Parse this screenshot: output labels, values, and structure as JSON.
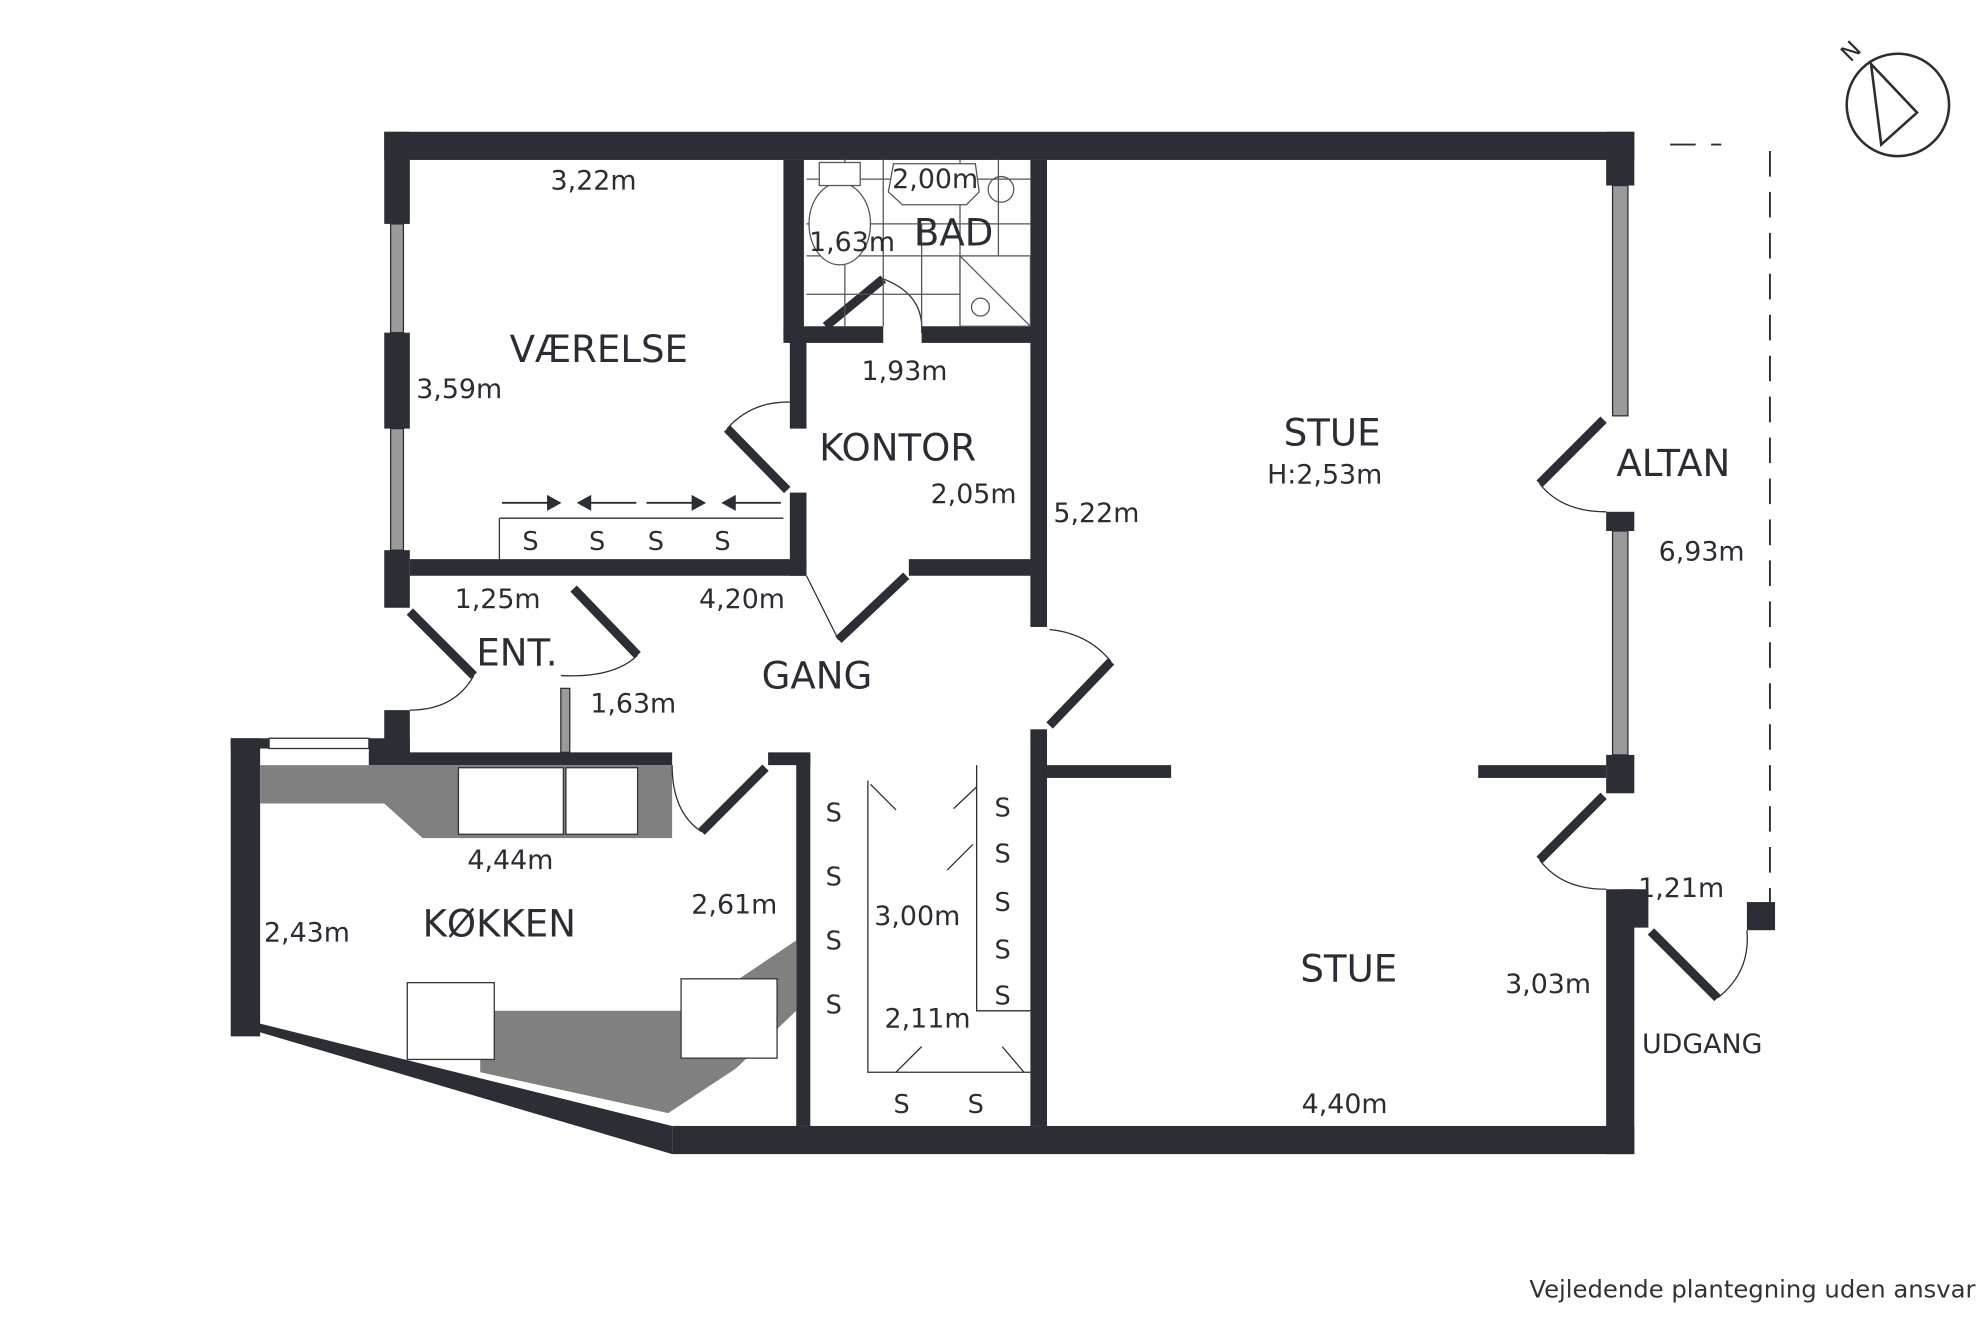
{
  "rooms": {
    "vaerelse": "VÆRELSE",
    "bad": "BAD",
    "kontor": "KONTOR",
    "stue_top": "STUE",
    "stue_height": "H:2,53m",
    "stue_bottom": "STUE",
    "altan": "ALTAN",
    "ent": "ENT.",
    "gang": "GANG",
    "kokken": "KØKKEN",
    "udgang": "UDGANG"
  },
  "dimensions": {
    "vaerelse_w": "3,22m",
    "vaerelse_h": "3,59m",
    "bad_w": "2,00m",
    "bad_h": "1,63m",
    "kontor_w": "1,93m",
    "kontor_h": "2,05m",
    "stue_h": "5,22m",
    "altan_h": "6,93m",
    "altan_w": "1,21m",
    "ent_w": "1,25m",
    "ent_h": "1,63m",
    "gang_w": "4,20m",
    "kokken_w": "4,44m",
    "kokken_h_left": "2,43m",
    "kokken_h_right": "2,61m",
    "gang_closet_h": "3,00m",
    "gang_closet_w": "2,11m",
    "stue_bottom_w": "4,40m",
    "stue_bottom_h": "3,03m"
  },
  "closet_mark": "S",
  "compass": "N",
  "footer_note": "Vejledende plantegning uden ansvar",
  "colors": {
    "wall": "#2b2e34",
    "counter": "#808080",
    "window": "#9a9a9a"
  }
}
